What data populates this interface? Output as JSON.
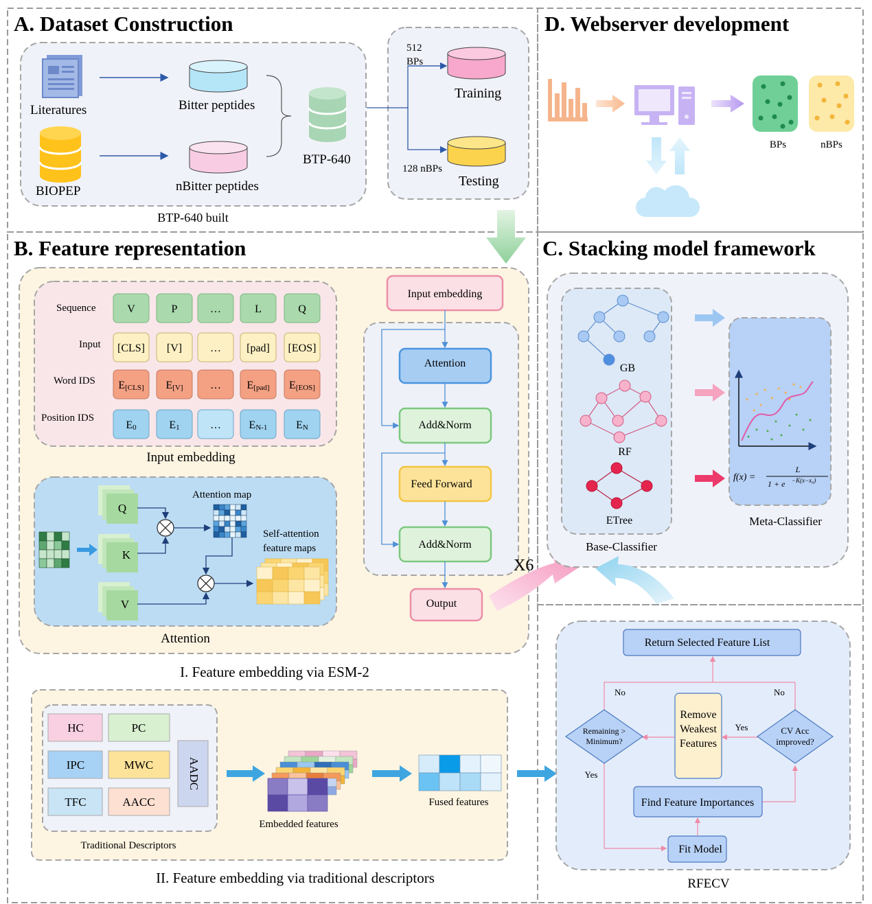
{
  "sections": {
    "a_title": "A. Dataset Construction",
    "b_title": "B. Feature representation",
    "c_title": "C. Stacking model framework",
    "d_title": "D. Webserver development"
  },
  "dataset": {
    "literatures": "Literatures",
    "biopep": "BIOPEP",
    "bitter": "Bitter peptides",
    "nbitter": "nBitter peptides",
    "btp": "BTP-640",
    "built": "BTP-640 built",
    "train_count_1": "512",
    "train_count_2": "BPs",
    "test_count": "128 nBPs",
    "training": "Training",
    "testing": "Testing"
  },
  "embedding": {
    "row_labels": [
      "Sequence",
      "Input",
      "Word IDS",
      "Position IDS"
    ],
    "sequence": [
      "V",
      "P",
      "…",
      "L",
      "Q"
    ],
    "input": [
      "[CLS]",
      "[V]",
      "…",
      "[pad]",
      "[EOS]"
    ],
    "word_ids": [
      {
        "main": "E",
        "sub": "[CLS]"
      },
      {
        "main": "E",
        "sub": "[V]"
      },
      {
        "main": "…",
        "sub": ""
      },
      {
        "main": "E",
        "sub": "[pad]"
      },
      {
        "main": "E",
        "sub": "[EOS]"
      }
    ],
    "position_ids": [
      {
        "main": "E",
        "sub": "0"
      },
      {
        "main": "E",
        "sub": "1"
      },
      {
        "main": "…",
        "sub": ""
      },
      {
        "main": "E",
        "sub": "N-1"
      },
      {
        "main": "E",
        "sub": "N"
      }
    ],
    "caption": "Input embedding"
  },
  "attention": {
    "q": "Q",
    "k": "K",
    "v": "V",
    "map_label": "Attention map",
    "self_label_1": "Self-attention",
    "self_label_2": "feature maps",
    "caption": "Attention"
  },
  "transformer": {
    "input_embedding": "Input embedding",
    "attention": "Attention",
    "add_norm_1": "Add&Norm",
    "feed_forward": "Feed Forward",
    "add_norm_2": "Add&Norm",
    "output": "Output",
    "repeat": "X6"
  },
  "esm_caption": "I. Feature embedding via ESM-2",
  "traditional": {
    "hc": "HC",
    "pc": "PC",
    "ipc": "IPC",
    "mwc": "MWC",
    "tfc": "TFC",
    "aacc": "AACC",
    "aadc": "AADC",
    "desc_caption": "Traditional Descriptors",
    "embedded": "Embedded features",
    "fused": "Fused features",
    "caption": "II. Feature embedding via traditional descriptors"
  },
  "stacking": {
    "gb": "GB",
    "rf": "RF",
    "etree": "ETree",
    "base": "Base-Classifier",
    "meta": "Meta-Classifier",
    "formula_lhs": "f(x) =",
    "formula_num": "L",
    "formula_den": "1 + e",
    "formula_exp": "−K(x−x₀)"
  },
  "rfecv": {
    "return_list": "Return Selected Feature List",
    "no_left": "No",
    "no_right": "No",
    "remaining_1": "Remaining >",
    "remaining_2": "Minimum?",
    "remove_1": "Remove",
    "remove_2": "Weakest",
    "remove_3": "Features",
    "yes_mid": "Yes",
    "cv_1": "CV Acc",
    "cv_2": "improved?",
    "yes_left": "Yes",
    "find": "Find Feature Importances",
    "fit": "Fit Model",
    "caption": "RFECV"
  },
  "webserver": {
    "bps": "BPs",
    "nbps": "nBPs"
  }
}
